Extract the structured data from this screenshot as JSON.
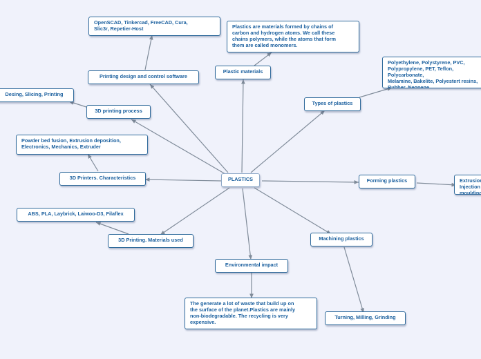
{
  "map": {
    "central": "PLASTICS",
    "topics": {
      "printing_software": "Printing design and control software",
      "software_list": "OpenSCAD, Tinkercad, FreeCAD, Cura,\nSlic3r, Repetier-Host",
      "printing_process": "3D printing process",
      "process_steps": "Desing, Slicing, Printing",
      "printers_characteristics": "3D Printers. Characteristics",
      "characteristics_list": "Powder bed fusion, Extrusion deposition,\nElectronics, Mechanics, Extruder",
      "printing_materials": "3D Printing. Materials used",
      "materials_list": "ABS, PLA, Laybrick, Laiwoo-D3, Filaflex",
      "environmental_impact": "Environmental  impact",
      "impact_text": "The generate a lot of waste that build up on\nthe surface of the planet.Plastics are mainly\nnon-biodegradable. The recycling is very\nexpensive.",
      "plastic_materials": "Plastic materials",
      "plastic_definition": "Plastics are materials formed by chains of\ncarbon and hydrogen atoms. We call these\nchains polymers, while the atoms that form\nthem are called monomers.",
      "types_of_plastics": "Types of plastics",
      "types_list": "Polyethylene, Polystyrene, PVC,\nPolypropylene, PET, Teflon, Polycarbonate,\nMelamine, Bakelite, Polyestert resins,\nRubber, Neopene.",
      "forming_plastics": "Forming plastics",
      "forming_list": "Extrusion, Injection\nmoulding",
      "machining_plastics": "Machining plastics",
      "machining_list": "Turning, Milling, Grinding"
    }
  },
  "colors": {
    "background": "#f0f2fb",
    "node_border": "#2f6a9b",
    "node_text": "#1a5f9e",
    "connector": "#7f8b99"
  }
}
